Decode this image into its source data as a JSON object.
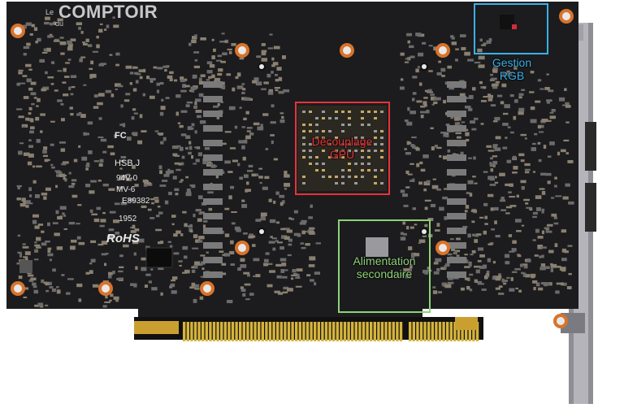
{
  "watermark": {
    "prefix_le": "Le",
    "prefix_du": "du",
    "brand": "COMPTOIR"
  },
  "annotations": [
    {
      "id": "gestion-rgb",
      "label": "Gestion\nRGB",
      "color": "#3ab0e8"
    },
    {
      "id": "decouplage-gpu",
      "label": "Découplage\nGPU",
      "color": "#e8323a"
    },
    {
      "id": "alimentation-secondaire",
      "label": "Alimentation\nsecondaire",
      "color": "#8fd27a"
    }
  ],
  "silkscreen": {
    "hsb": "HSB J",
    "rating": "94V-0",
    "mv": "MV-6",
    "code": "E89382",
    "date": "1952",
    "rohs": "RoHS",
    "fc": "FC"
  },
  "colors": {
    "pcb": "#1c1c1e",
    "pcb_dark": "#0f0f10",
    "gold": "#d6b43c",
    "copper_ring": "#d9732a",
    "bracket": "#9a9aa0"
  }
}
